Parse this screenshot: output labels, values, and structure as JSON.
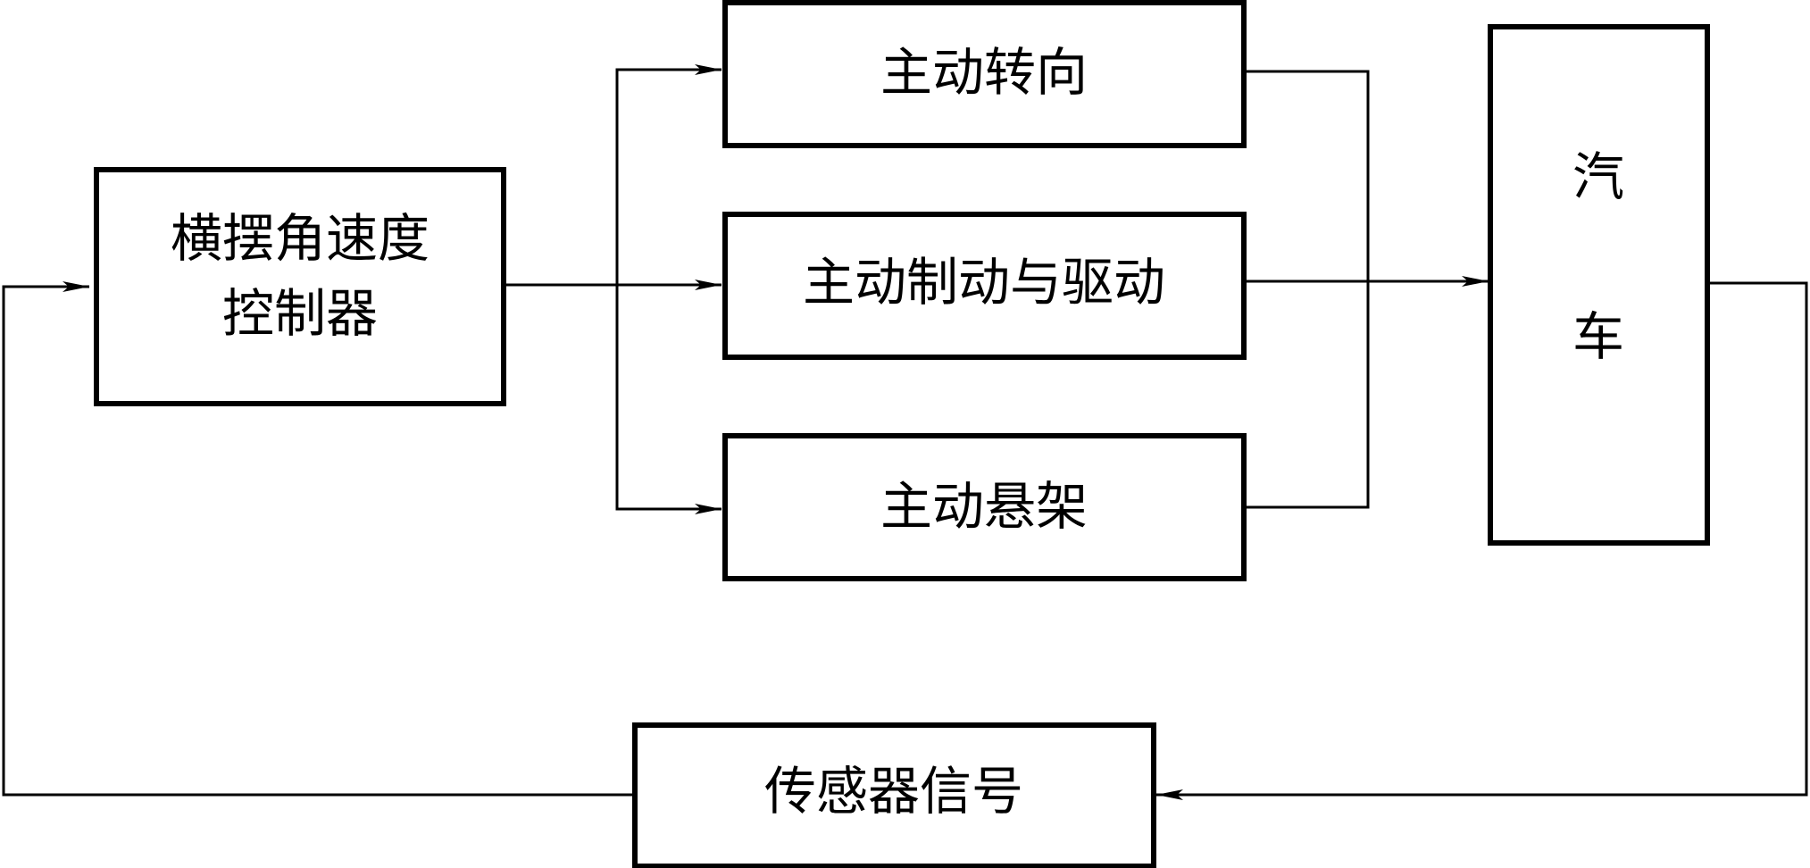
{
  "blocks": {
    "controller": {
      "line1": "横摆角速度",
      "line2": "控制器"
    },
    "steering": "主动转向",
    "braking": "主动制动与驱动",
    "suspension": "主动悬架",
    "vehicle": {
      "char1": "汽",
      "char2": "车"
    },
    "sensor": "传感器信号"
  }
}
